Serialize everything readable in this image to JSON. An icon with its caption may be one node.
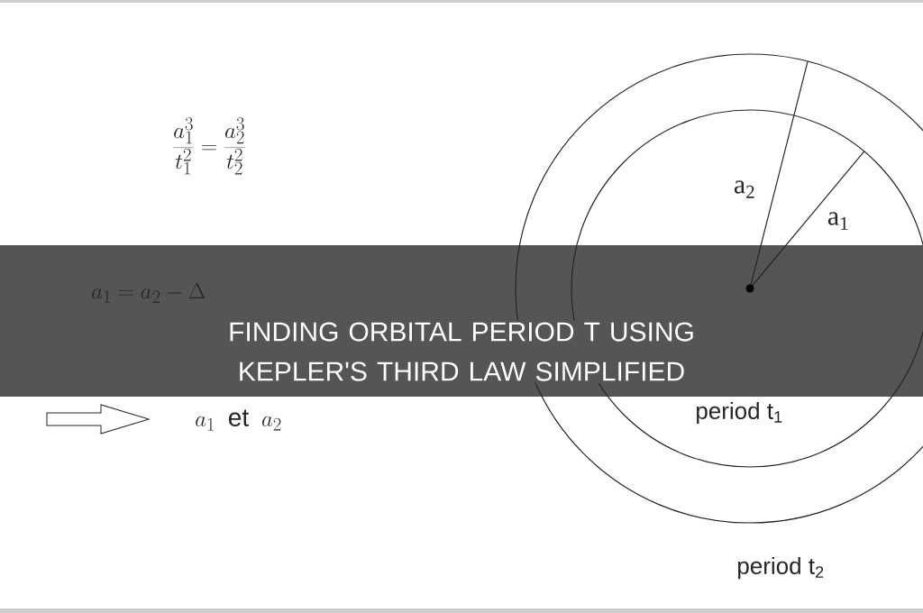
{
  "diagram": {
    "title": "FINDING ORBITAL PERIOD T USING KEPLER'S THIRD LAW SIMPLIFIED",
    "labels": [
      "\\frac{a_1^3}{t_1^2} = \\frac{a_2^3}{t_2^2}",
      "a$_{2}$",
      "a$_{1}$",
      "a_1 = a_2 - \\Delta",
      "period t$_{1}$",
      "a_1 \\;\\; \\mathrm{et} \\;\\; a_2",
      "period t$_{2}$"
    ]
  }
}
